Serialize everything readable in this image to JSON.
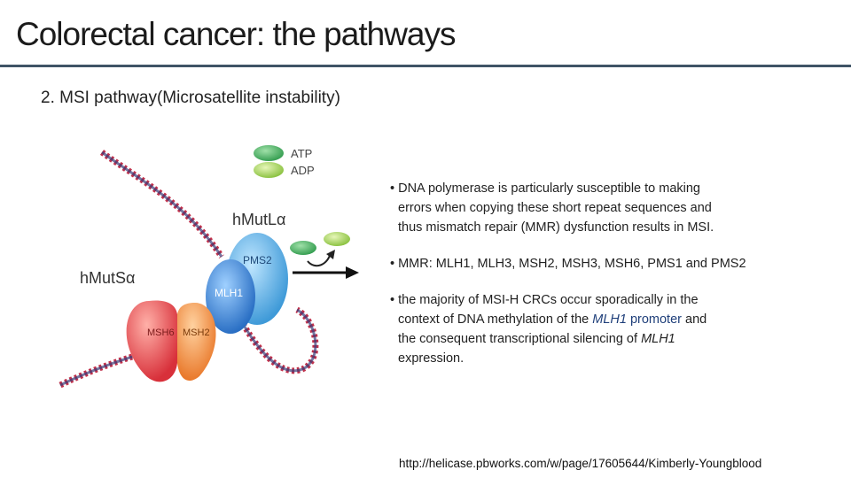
{
  "slide": {
    "title": "Colorectal cancer: the pathways",
    "subtitle": "2. MSI pathway(Microsatellite instability)"
  },
  "figure": {
    "labels": {
      "atp": "ATP",
      "adp": "ADP",
      "hmutl": "hMutLα",
      "hmuts": "hMutSα",
      "pms2": "PMS2",
      "mlh1": "MLH1",
      "msh6": "MSH6",
      "msh2": "MSH2"
    },
    "colors": {
      "dna_dark": "#3a3f7a",
      "dna_red": "#c0304a",
      "atp_green": "#3aa55a",
      "adp_green": "#8dc63f",
      "pms2_blue": "#5ab0e8",
      "mlh1_blue": "#3a86d6",
      "msh6_red": "#e8474c",
      "msh2_orange": "#f08a3a"
    }
  },
  "bullets": [
    {
      "lines": [
        "• DNA polymerase is particularly susceptible to making",
        "errors when copying these short repeat sequences and",
        "thus mismatch repair (MMR) dysfunction results in MSI."
      ]
    },
    {
      "lines": [
        "• MMR: MLH1, MLH3, MSH2, MSH3, MSH6, PMS1 and PMS2"
      ]
    },
    {
      "l1": "• the majority of MSI-H CRCs occur sporadically in the",
      "l2_pre": "context of DNA methylation of the ",
      "l2_em": "MLH1",
      "l2_bold": " promoter",
      "l2_post": " and",
      "l3_pre": "the consequent transcriptional silencing of ",
      "l3_em": "MLH1",
      "l4": "expression."
    }
  ],
  "source": "http://helicase.pbworks.com/w/page/17605644/Kimberly-Youngblood"
}
